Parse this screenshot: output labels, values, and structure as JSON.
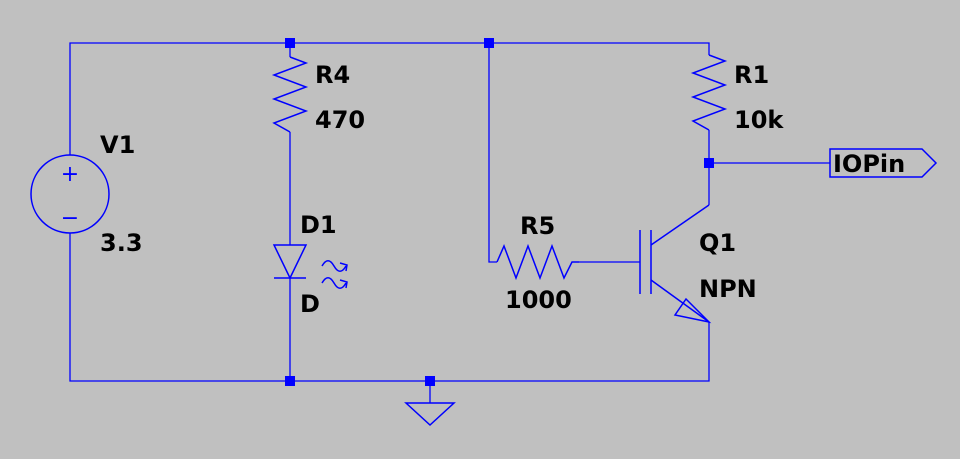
{
  "background_color": "#c0c0c0",
  "wire_color": "#0000ff",
  "text_color": "#000000",
  "components": {
    "v1": {
      "name": "V1",
      "value": "3.3",
      "plus": "+",
      "minus": "−"
    },
    "r4": {
      "name": "R4",
      "value": "470"
    },
    "d1": {
      "name": "D1",
      "value": "D"
    },
    "r5": {
      "name": "R5",
      "value": "1000"
    },
    "r1": {
      "name": "R1",
      "value": "10k"
    },
    "q1": {
      "name": "Q1",
      "value": "NPN"
    }
  },
  "net_labels": {
    "io": "IOPin"
  },
  "icons": [
    "voltage-source-icon",
    "resistor-icon",
    "led-icon",
    "npn-transistor-icon",
    "ground-icon",
    "net-flag-icon"
  ]
}
